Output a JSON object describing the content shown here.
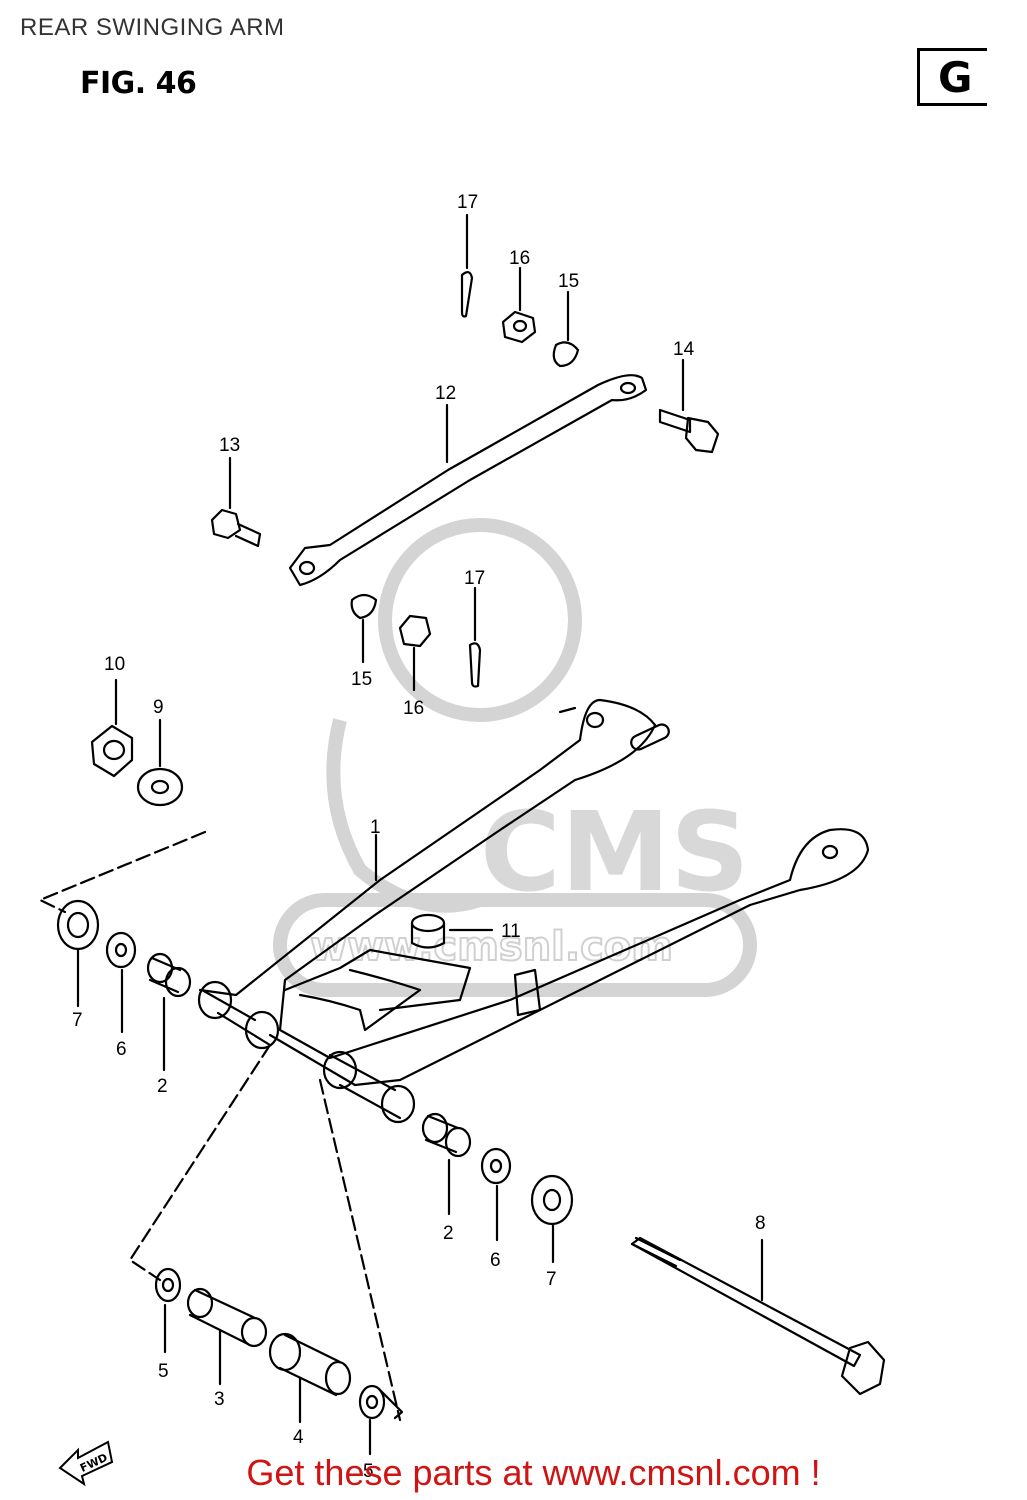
{
  "header": {
    "title": "REAR SWINGING ARM"
  },
  "figure": {
    "label": "FIG. 46",
    "group": "G"
  },
  "watermark": {
    "brand": "CMS",
    "url": "www.cmsnl.com"
  },
  "callouts": [
    "17",
    "16",
    "15",
    "14",
    "12",
    "13",
    "17",
    "15",
    "16",
    "10",
    "9",
    "1",
    "11",
    "7",
    "6",
    "2",
    "2",
    "6",
    "7",
    "8",
    "5",
    "3",
    "4",
    "5"
  ],
  "fwd_label": "FWD",
  "footer": {
    "promo": "Get these parts at www.cmsnl.com !"
  },
  "colors": {
    "promo": "#d01414",
    "watermark": "#cfcfcf",
    "line": "#000000"
  }
}
